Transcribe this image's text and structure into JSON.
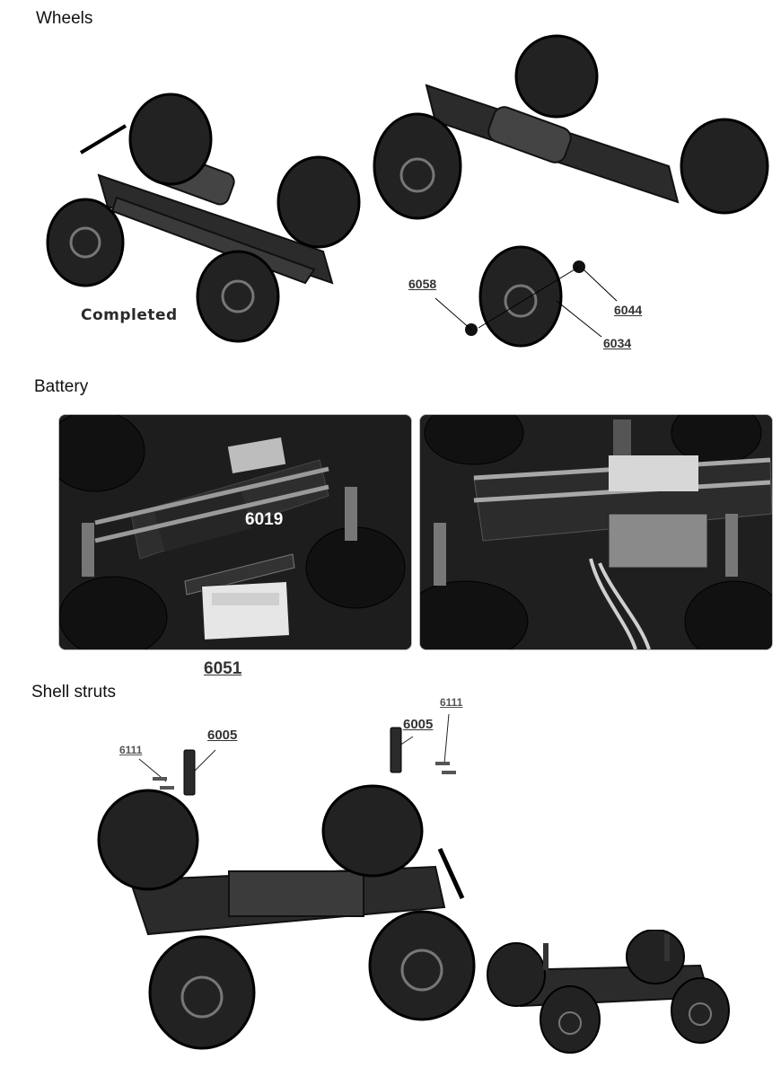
{
  "sections": {
    "wheels": {
      "title": "Wheels",
      "completed_label": "Completed",
      "parts": [
        "6058",
        "6044",
        "6034"
      ]
    },
    "battery": {
      "title": "Battery",
      "parts": [
        "6019",
        "6051"
      ]
    },
    "shell_struts": {
      "title": "Shell struts",
      "parts": [
        "6111",
        "6005",
        "6005",
        "6111"
      ]
    }
  },
  "colors": {
    "ink": "#1a1a1a",
    "tire": "#222222",
    "chassis": "#2b2b2b",
    "photo_bg": "#1b1b1b",
    "metal": "#c9c9c9"
  }
}
